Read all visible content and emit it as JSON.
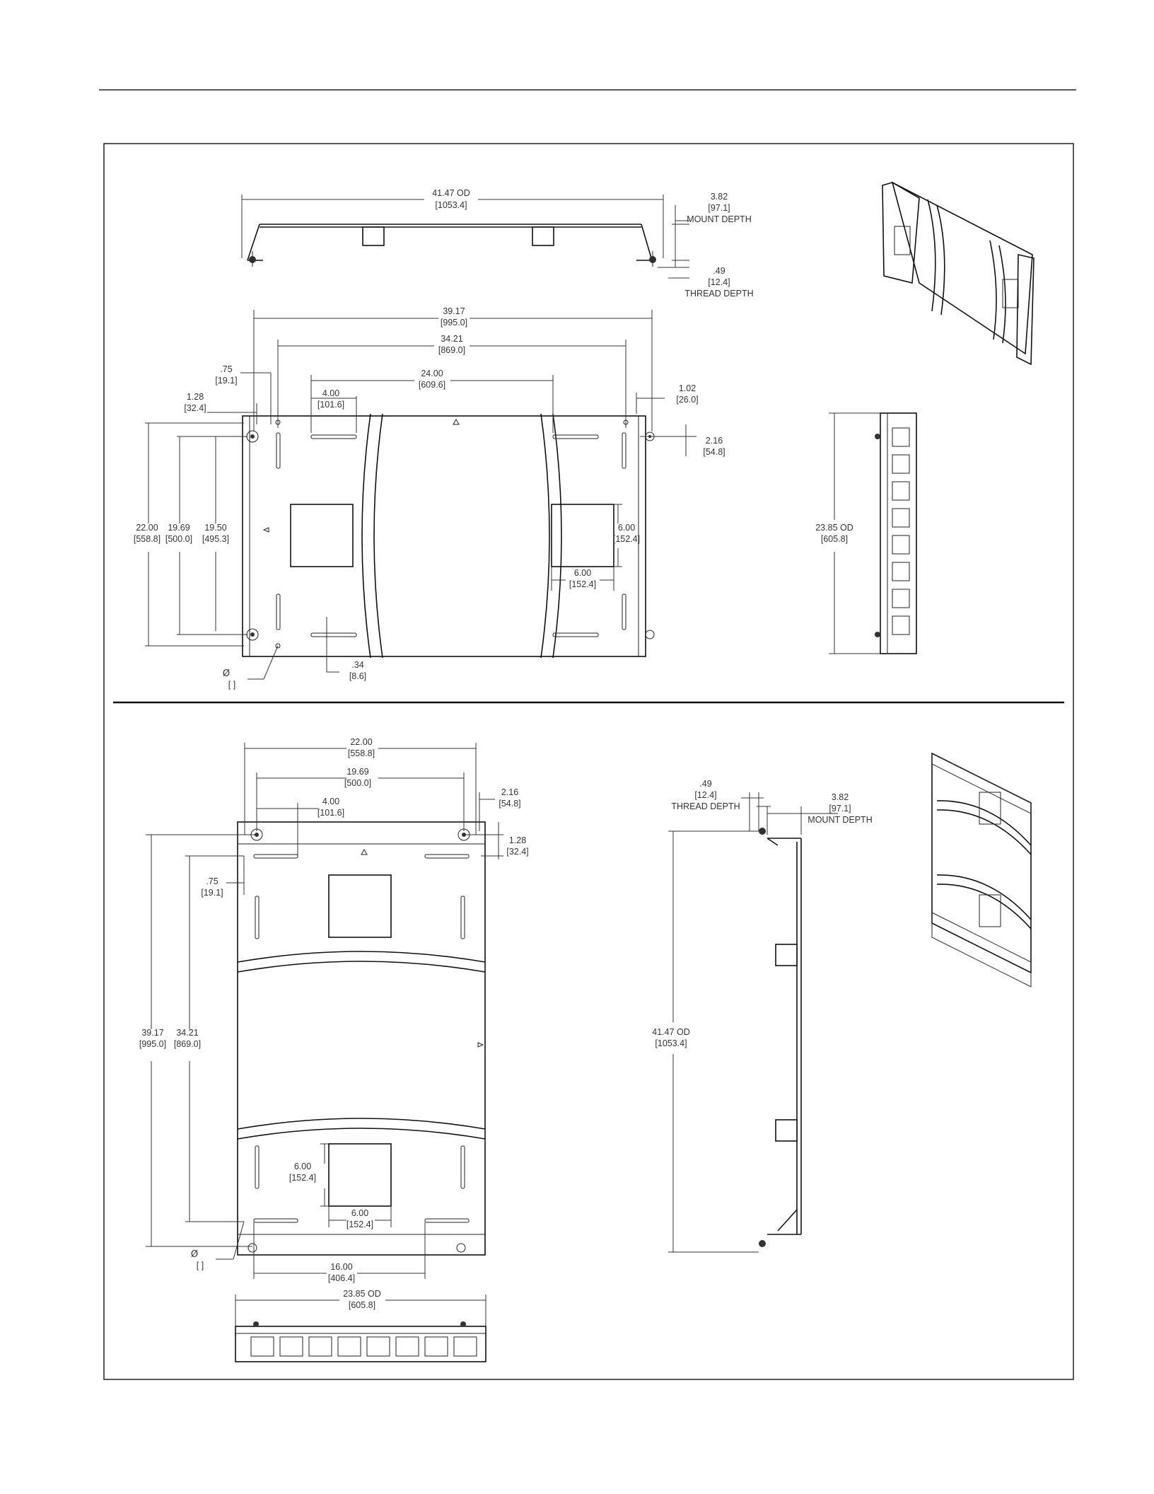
{
  "top_view": {
    "front": {
      "overall_width": [
        "41.47 OD",
        "[1053.4]"
      ],
      "mount_depth": [
        "3.82",
        "[97.1]",
        "MOUNT DEPTH"
      ],
      "thread_depth": [
        ".49",
        "[12.4]",
        "THREAD DEPTH"
      ]
    },
    "plan": {
      "d_3917": [
        "39.17",
        "[995.0]"
      ],
      "d_3421": [
        "34.21",
        "[869.0]"
      ],
      "d_2400": [
        "24.00",
        "[609.6]"
      ],
      "d_400": [
        "4.00",
        "[101.6]"
      ],
      "d_075": [
        ".75",
        "[19.1]"
      ],
      "d_128": [
        "1.28",
        "[32.4]"
      ],
      "d_102": [
        "1.02",
        "[26.0]"
      ],
      "d_216": [
        "2.16",
        "[54.8]"
      ],
      "d_2200": [
        "22.00",
        "[558.8]"
      ],
      "d_1969": [
        "19.69",
        "[500.0]"
      ],
      "d_1950": [
        "19.50",
        "[495.3]"
      ],
      "d_600v": [
        "6.00",
        "[152.4]"
      ],
      "d_600h": [
        "6.00",
        "[152.4]"
      ],
      "d_034": [
        ".34",
        "[8.6]"
      ],
      "hole": [
        "Ø",
        "[    ]"
      ]
    },
    "side": {
      "height": [
        "23.85 OD",
        "[605.8]"
      ]
    }
  },
  "bottom_view": {
    "plan": {
      "d_2200": [
        "22.00",
        "[558.8]"
      ],
      "d_1969": [
        "19.69",
        "[500.0]"
      ],
      "d_400": [
        "4.00",
        "[101.6]"
      ],
      "d_216": [
        "2.16",
        "[54.8]"
      ],
      "d_128": [
        "1.28",
        "[32.4]"
      ],
      "d_075": [
        ".75",
        "[19.1]"
      ],
      "d_3917": [
        "39.17",
        "[995.0]"
      ],
      "d_3421": [
        "34.21",
        "[869.0]"
      ],
      "d_600v": [
        "6.00",
        "[152.4]"
      ],
      "d_600h": [
        "6.00",
        "[152.4]"
      ],
      "d_1600": [
        "16.00",
        "[406.4]"
      ],
      "hole": [
        "Ø",
        "[    ]"
      ]
    },
    "end_view": {
      "width": [
        "23.85 OD",
        "[605.8]"
      ]
    },
    "side": {
      "thread_depth": [
        ".49",
        "[12.4]",
        "THREAD DEPTH"
      ],
      "mount_depth": [
        "3.82",
        "[97.1]",
        "MOUNT DEPTH"
      ],
      "overall_height": [
        "41.47 OD",
        "[1053.4]"
      ]
    }
  }
}
